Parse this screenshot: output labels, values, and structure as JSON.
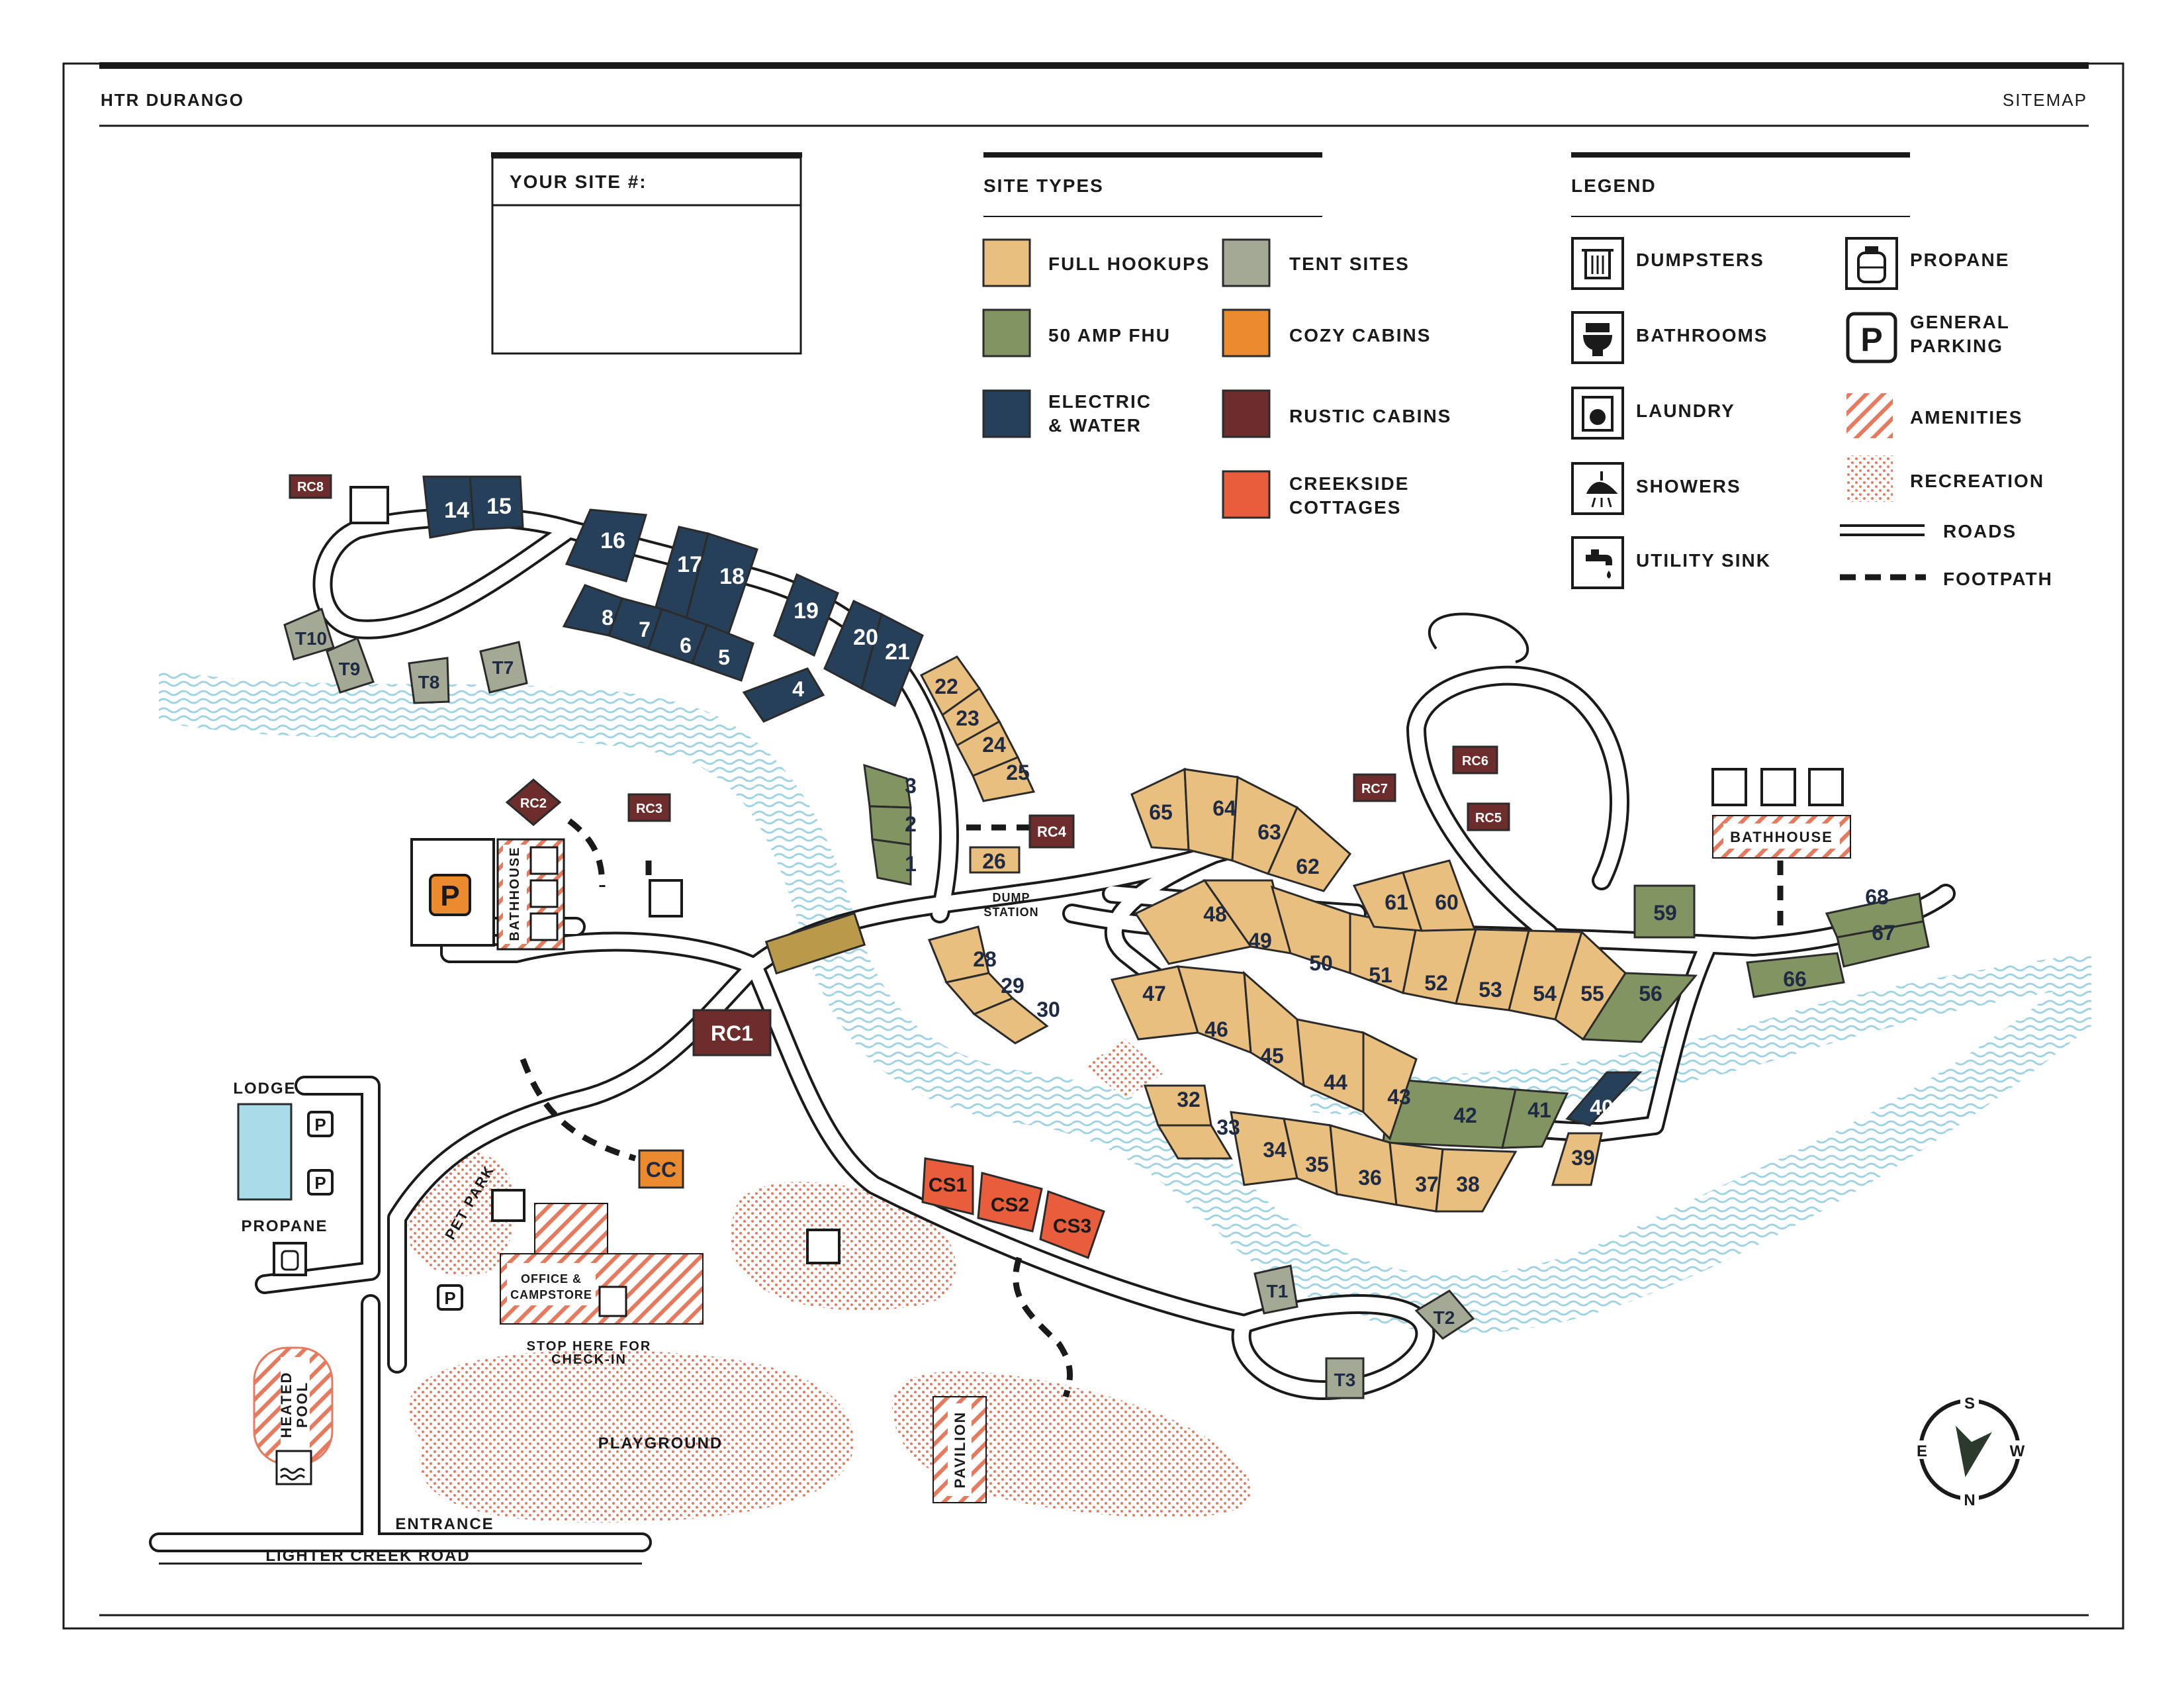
{
  "header": {
    "title": "HTR DURANGO",
    "subtitle": "SITEMAP"
  },
  "your_site": {
    "label": "YOUR SITE #:"
  },
  "site_types": {
    "heading": "SITE TYPES",
    "items": [
      {
        "id": "full",
        "label": "FULL HOOKUPS",
        "color": "#e8bf7e"
      },
      {
        "id": "amp50",
        "label": "50 AMP FHU",
        "color": "#829462"
      },
      {
        "id": "ew1",
        "label": "ELECTRIC",
        "color": "#27405a"
      },
      {
        "id": "ew2",
        "label": "& WATER",
        "color": "#27405a"
      },
      {
        "id": "tent",
        "label": "TENT SITES",
        "color": "#a4a996"
      },
      {
        "id": "cozy",
        "label": "COZY CABINS",
        "color": "#ec8a2e"
      },
      {
        "id": "rustic",
        "label": "RUSTIC CABINS",
        "color": "#6e2d2d"
      },
      {
        "id": "creek1",
        "label": "CREEKSIDE",
        "color": "#e85d3c"
      },
      {
        "id": "creek2",
        "label": "COTTAGES",
        "color": "#e85d3c"
      }
    ]
  },
  "legend": {
    "heading": "LEGEND",
    "items": {
      "dumpsters": "DUMPSTERS",
      "bathrooms": "BATHROOMS",
      "laundry": "LAUNDRY",
      "showers": "SHOWERS",
      "utility_sink": "UTILITY SINK",
      "propane": "PROPANE",
      "parking_1": "GENERAL",
      "parking_2": "PARKING",
      "amenities": "AMENITIES",
      "recreation": "RECREATION",
      "roads": "ROADS",
      "footpath": "FOOTPATH"
    },
    "parking_letter": "P"
  },
  "colors": {
    "full": "#e8bf7e",
    "amp50": "#829462",
    "ew": "#27405a",
    "tent": "#a4a996",
    "cozy": "#ec8a2e",
    "rustic": "#6e2d2d",
    "creek": "#e85d3c",
    "river": "#9fd3e0",
    "pool": "#a9dbe8",
    "hatch": "#e57a5f",
    "bridge": "#b89a4a"
  },
  "places": {
    "lodge": "LODGE",
    "propane": "PROPANE",
    "pet_park": "PET PARK",
    "office_1": "OFFICE &",
    "office_2": "CAMPSTORE",
    "checkin_1": "STOP HERE FOR",
    "checkin_2": "CHECK-IN",
    "playground": "PLAYGROUND",
    "pavilion": "PAVILION",
    "pool_1": "HEATED",
    "pool_2": "POOL",
    "entrance": "ENTRANCE",
    "road": "LIGHTER CREEK ROAD",
    "dump_1": "DUMP",
    "dump_2": "STATION",
    "bathhouse_w": "BATHHOUSE",
    "bathhouse_e": "BATHHOUSE",
    "parking_letter": "P"
  },
  "sites": {
    "s1": "1",
    "s2": "2",
    "s3": "3",
    "s4": "4",
    "s5": "5",
    "s6": "6",
    "s7": "7",
    "s8": "8",
    "s14": "14",
    "s15": "15",
    "s16": "16",
    "s17": "17",
    "s18": "18",
    "s19": "19",
    "s20": "20",
    "s21": "21",
    "s22": "22",
    "s23": "23",
    "s24": "24",
    "s25": "25",
    "s26": "26",
    "s28": "28",
    "s29": "29",
    "s30": "30",
    "s32": "32",
    "s33": "33",
    "s34": "34",
    "s35": "35",
    "s36": "36",
    "s37": "37",
    "s38": "38",
    "s39": "39",
    "s40": "40",
    "s41": "41",
    "s42": "42",
    "s43": "43",
    "s44": "44",
    "s45": "45",
    "s46": "46",
    "s47": "47",
    "s48": "48",
    "s49": "49",
    "s50": "50",
    "s51": "51",
    "s52": "52",
    "s53": "53",
    "s54": "54",
    "s55": "55",
    "s56": "56",
    "s59": "59",
    "s60": "60",
    "s61": "61",
    "s62": "62",
    "s63": "63",
    "s64": "64",
    "s65": "65",
    "s66": "66",
    "s67": "67",
    "s68": "68",
    "T1": "T1",
    "T2": "T2",
    "T3": "T3",
    "T7": "T7",
    "T8": "T8",
    "T9": "T9",
    "T10": "T10",
    "RC1": "RC1",
    "RC2": "RC2",
    "RC3": "RC3",
    "RC4": "RC4",
    "RC5": "RC5",
    "RC6": "RC6",
    "RC7": "RC7",
    "RC8": "RC8",
    "CC": "CC",
    "CS1": "CS1",
    "CS2": "CS2",
    "CS3": "CS3"
  },
  "compass": {
    "s": "S",
    "e": "E",
    "w": "W",
    "n": "N"
  }
}
